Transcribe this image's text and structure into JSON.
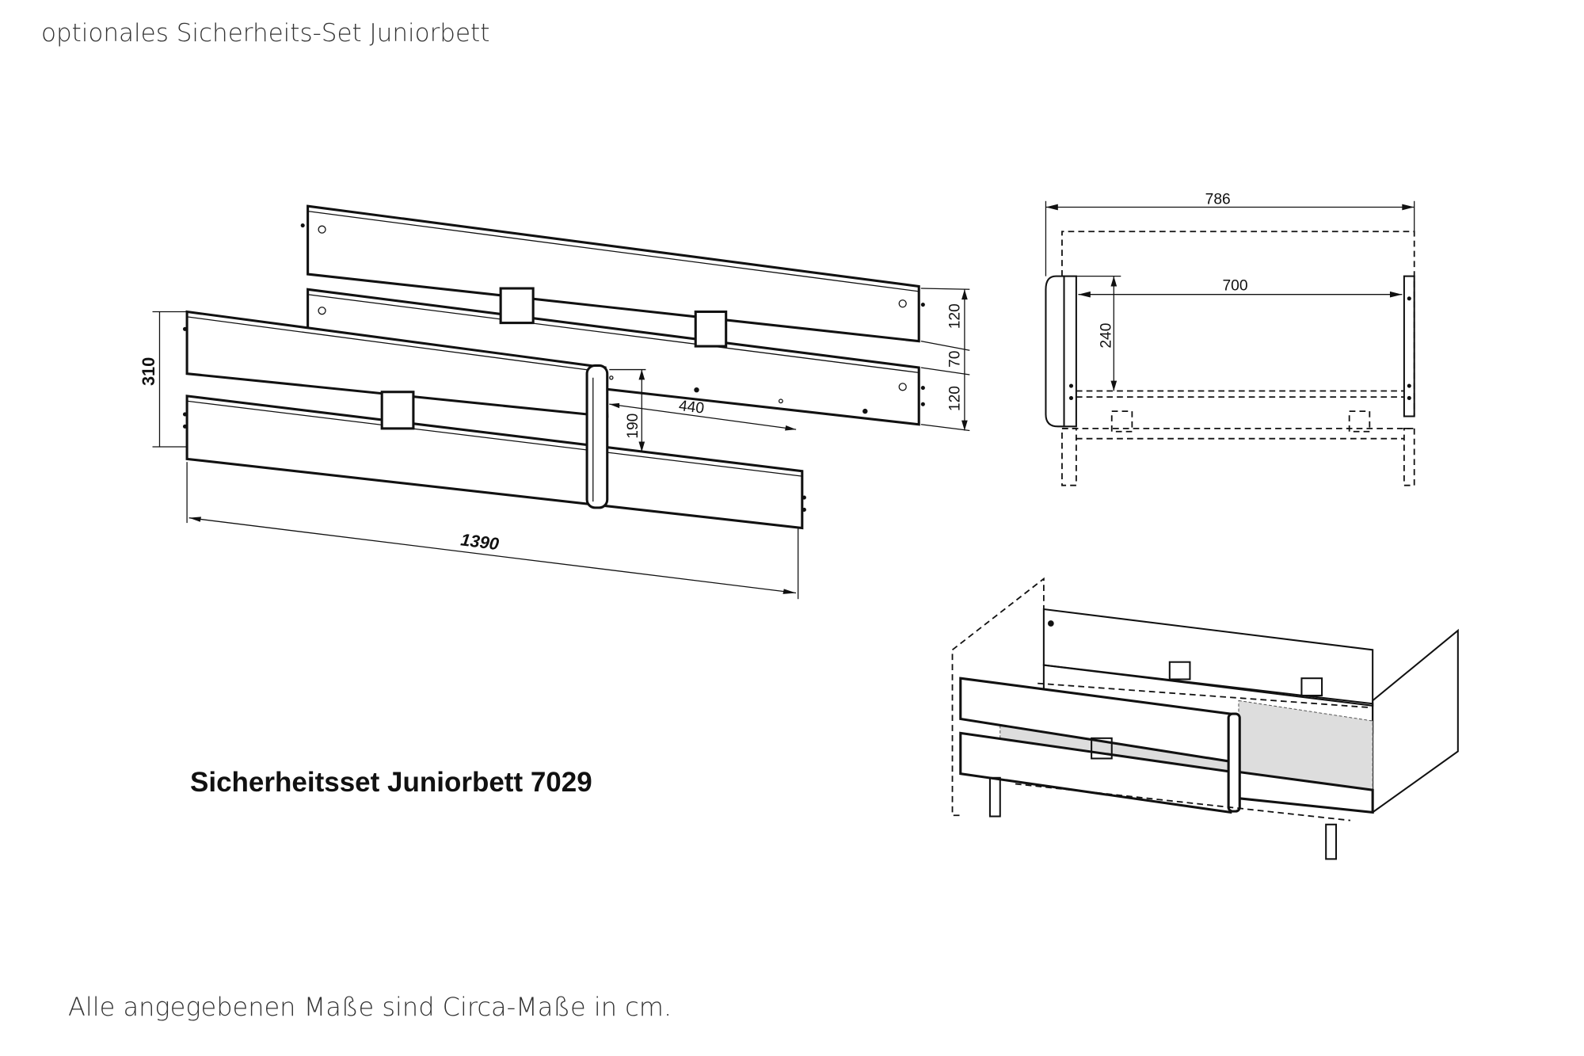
{
  "header": {
    "title": "optionales Sicherheits-Set Juniorbett"
  },
  "product_title": "Sicherheitsset Juniorbett 7029",
  "footnote": "Alle angegebenen Maße sind Circa-Maße in cm.",
  "dimensions": {
    "parts_view": {
      "total_height": "310",
      "length": "1390",
      "post_offset": "440",
      "post_height": "190",
      "board_upper": "120",
      "gap": "70",
      "board_lower": "120"
    },
    "top_view": {
      "outer_width": "786",
      "inner_width": "700",
      "height": "240"
    }
  }
}
